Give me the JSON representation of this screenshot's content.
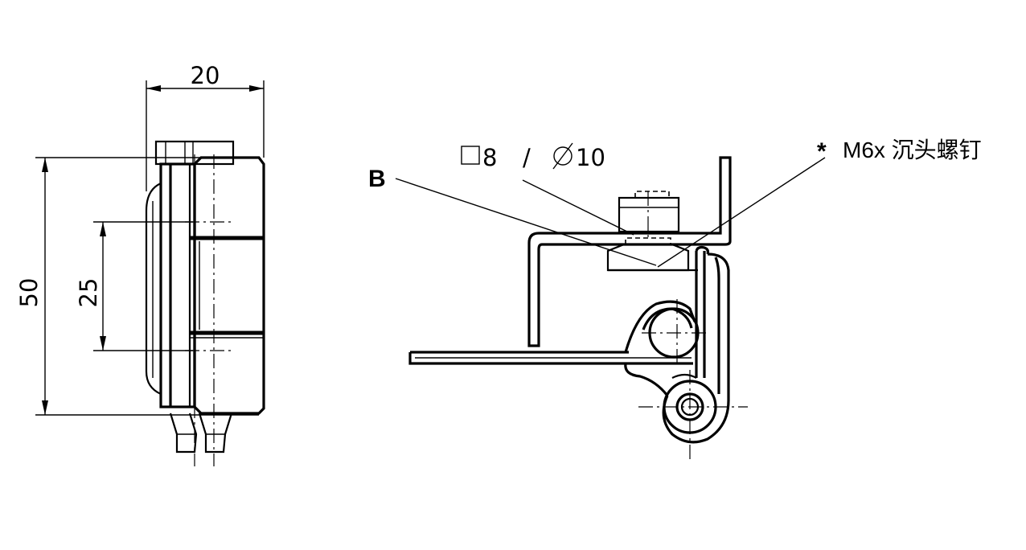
{
  "dimensions": {
    "width_label": "20",
    "height_label": "50",
    "pitch_label": "25"
  },
  "callouts": {
    "b_label": "B",
    "size_square": "8",
    "size_separator": "/",
    "size_diameter": "10",
    "asterisk": "*",
    "screw_label": "M6x 沉头螺钉"
  }
}
